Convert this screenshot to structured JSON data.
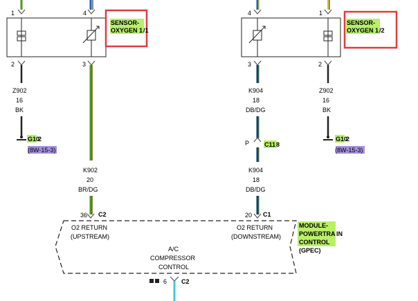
{
  "colors": {
    "highlight_green": "#b9ef6a",
    "highlight_purple": "#a58fe0",
    "callout_red": "#e23b3b",
    "wire_green": "#4a9a1a",
    "wire_blue": "#1a62c8",
    "wire_brown": "#7a5a10",
    "wire_navy": "#163c78",
    "wire_black": "#222222",
    "wire_yellow": "#d8c020",
    "wire_cyan": "#40c8e0"
  },
  "sensor1": {
    "name_line1": "SENSOR-",
    "name_line2": "OXYGEN 1",
    "suffix": "/1",
    "pin_top_left": "1",
    "pin_top_right": "4",
    "pin_bottom_left": "2",
    "pin_bottom_right": "3"
  },
  "sensor2": {
    "name_line1": "SENSOR-",
    "name_line2": "OXYGEN 1",
    "suffix": "/2",
    "pin_top_left": "1",
    "pin_top_right": "4",
    "pin_bottom_left": "3",
    "pin_bottom_right": "2"
  },
  "wires": {
    "w1_top": [
      "Z902",
      "16",
      "BK"
    ],
    "w3_top": [
      "K902",
      "20",
      "BR/DG"
    ],
    "w4_upper": [
      "K904",
      "18",
      "DB/DG"
    ],
    "w4_lower": [
      "K904",
      "18",
      "DB/DG"
    ],
    "w2_top": [
      "Z902",
      "16",
      "BK"
    ]
  },
  "grounds": {
    "left_label": "G10",
    "left_suffix": "2",
    "left_ref": "8W-15-",
    "left_ref_suffix": "3",
    "right_label": "G10",
    "right_suffix": "2",
    "right_ref": "8W-15-",
    "right_ref_suffix": "3"
  },
  "connector_c118": {
    "p_label": "P",
    "label": "C11",
    "suffix": "8"
  },
  "module": {
    "pin_upstream": "36",
    "pin_upstream_conn": "C2",
    "pin_downstream": "20",
    "pin_downstream_conn": "C1",
    "upstream_line1": "O2 RETURN",
    "upstream_line2": "(UPSTREAM)",
    "downstream_line1": "O2 RETURN",
    "downstream_line2": "(DOWNSTREAM)",
    "center_line1": "A/C",
    "center_line2": "COMPRESSOR",
    "center_line3": "CONTROL",
    "name_line1": "MODULE-",
    "name_line2": "POWERTRA",
    "name_line2_suffix": "IN",
    "name_line3": "CONTROL",
    "abbrev": "(GPEC)",
    "bottom_pin": "6",
    "bottom_conn": "C2"
  }
}
